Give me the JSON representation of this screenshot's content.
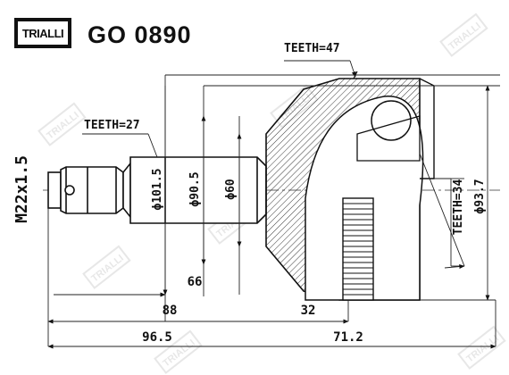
{
  "brand": {
    "logo_text": "TRIALLI",
    "part_number": "GO 0890"
  },
  "labels": {
    "teeth_outer": "TEETH=47",
    "teeth_shaft": "TEETH=27",
    "teeth_inner": "TEETH=34",
    "thread": "M22x1.5",
    "phi_101_5": "ϕ101.5",
    "phi_90_5": "ϕ90.5",
    "phi_60": "ϕ60",
    "phi_93_7": "ϕ93.7"
  },
  "dimensions": {
    "d66": "66",
    "d88": "88",
    "d32": "32",
    "d96_5": "96.5",
    "d71_2": "71.2"
  }
}
